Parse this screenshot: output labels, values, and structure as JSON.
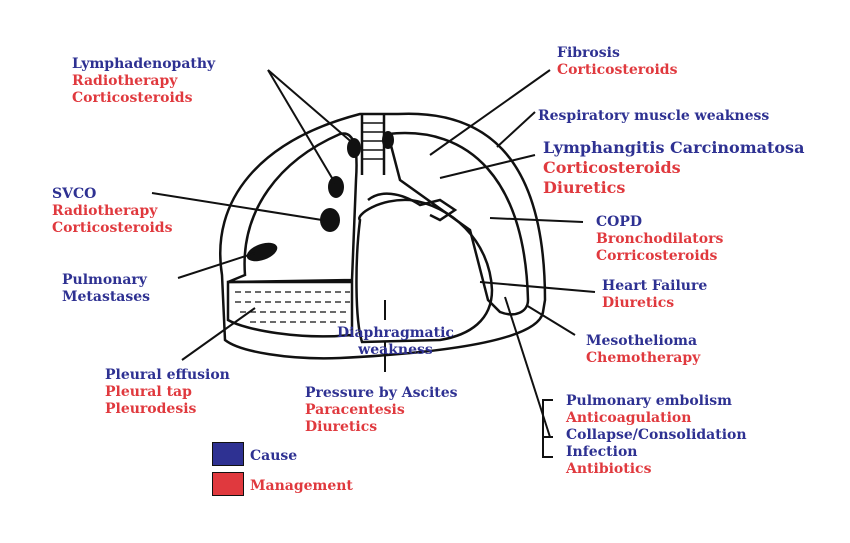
{
  "colors": {
    "cause": "#2e3192",
    "management": "#e0393e",
    "outline": "#111111"
  },
  "labels": {
    "lymphadenopathy": {
      "cause": "Lymphadenopathy",
      "mgmt1": "Radiotherapy",
      "mgmt2": "Corticosteroids"
    },
    "svco": {
      "cause": "SVCO",
      "mgmt1": "Radiotherapy",
      "mgmt2": "Corticosteroids"
    },
    "pulmonary_metastases": {
      "cause1": "Pulmonary",
      "cause2": "Metastases"
    },
    "pleural_effusion": {
      "cause": "Pleural effusion",
      "mgmt1": "Pleural tap",
      "mgmt2": "Pleurodesis"
    },
    "diaphragmatic": {
      "cause1": "Diaphragmatic",
      "cause2": "weakness"
    },
    "ascites": {
      "cause": "Pressure by Ascites",
      "mgmt1": "Paracentesis",
      "mgmt2": "Diuretics"
    },
    "fibrosis": {
      "cause": "Fibrosis",
      "mgmt": "Corticosteroids"
    },
    "resp_muscle": {
      "cause": "Respiratory muscle weakness"
    },
    "lymphangitis": {
      "cause": "Lymphangitis Carcinomatosa",
      "mgmt1": "Corticosteroids",
      "mgmt2": "Diuretics"
    },
    "copd": {
      "cause": "COPD",
      "mgmt1": "Bronchodilators",
      "mgmt2": "Corricosteroids"
    },
    "heart_failure": {
      "cause": "Heart Failure",
      "mgmt": "Diuretics"
    },
    "mesothelioma": {
      "cause": "Mesothelioma",
      "mgmt": "Chemotherapy"
    },
    "bracket_group": {
      "pe": "Pulmonary embolism",
      "anticoag": "Anticoagulation",
      "collapse": "Collapse/Consolidation",
      "infection": "Infection",
      "antibiotics": "Antibiotics"
    }
  },
  "legend": {
    "cause": "Cause",
    "management": "Management"
  }
}
